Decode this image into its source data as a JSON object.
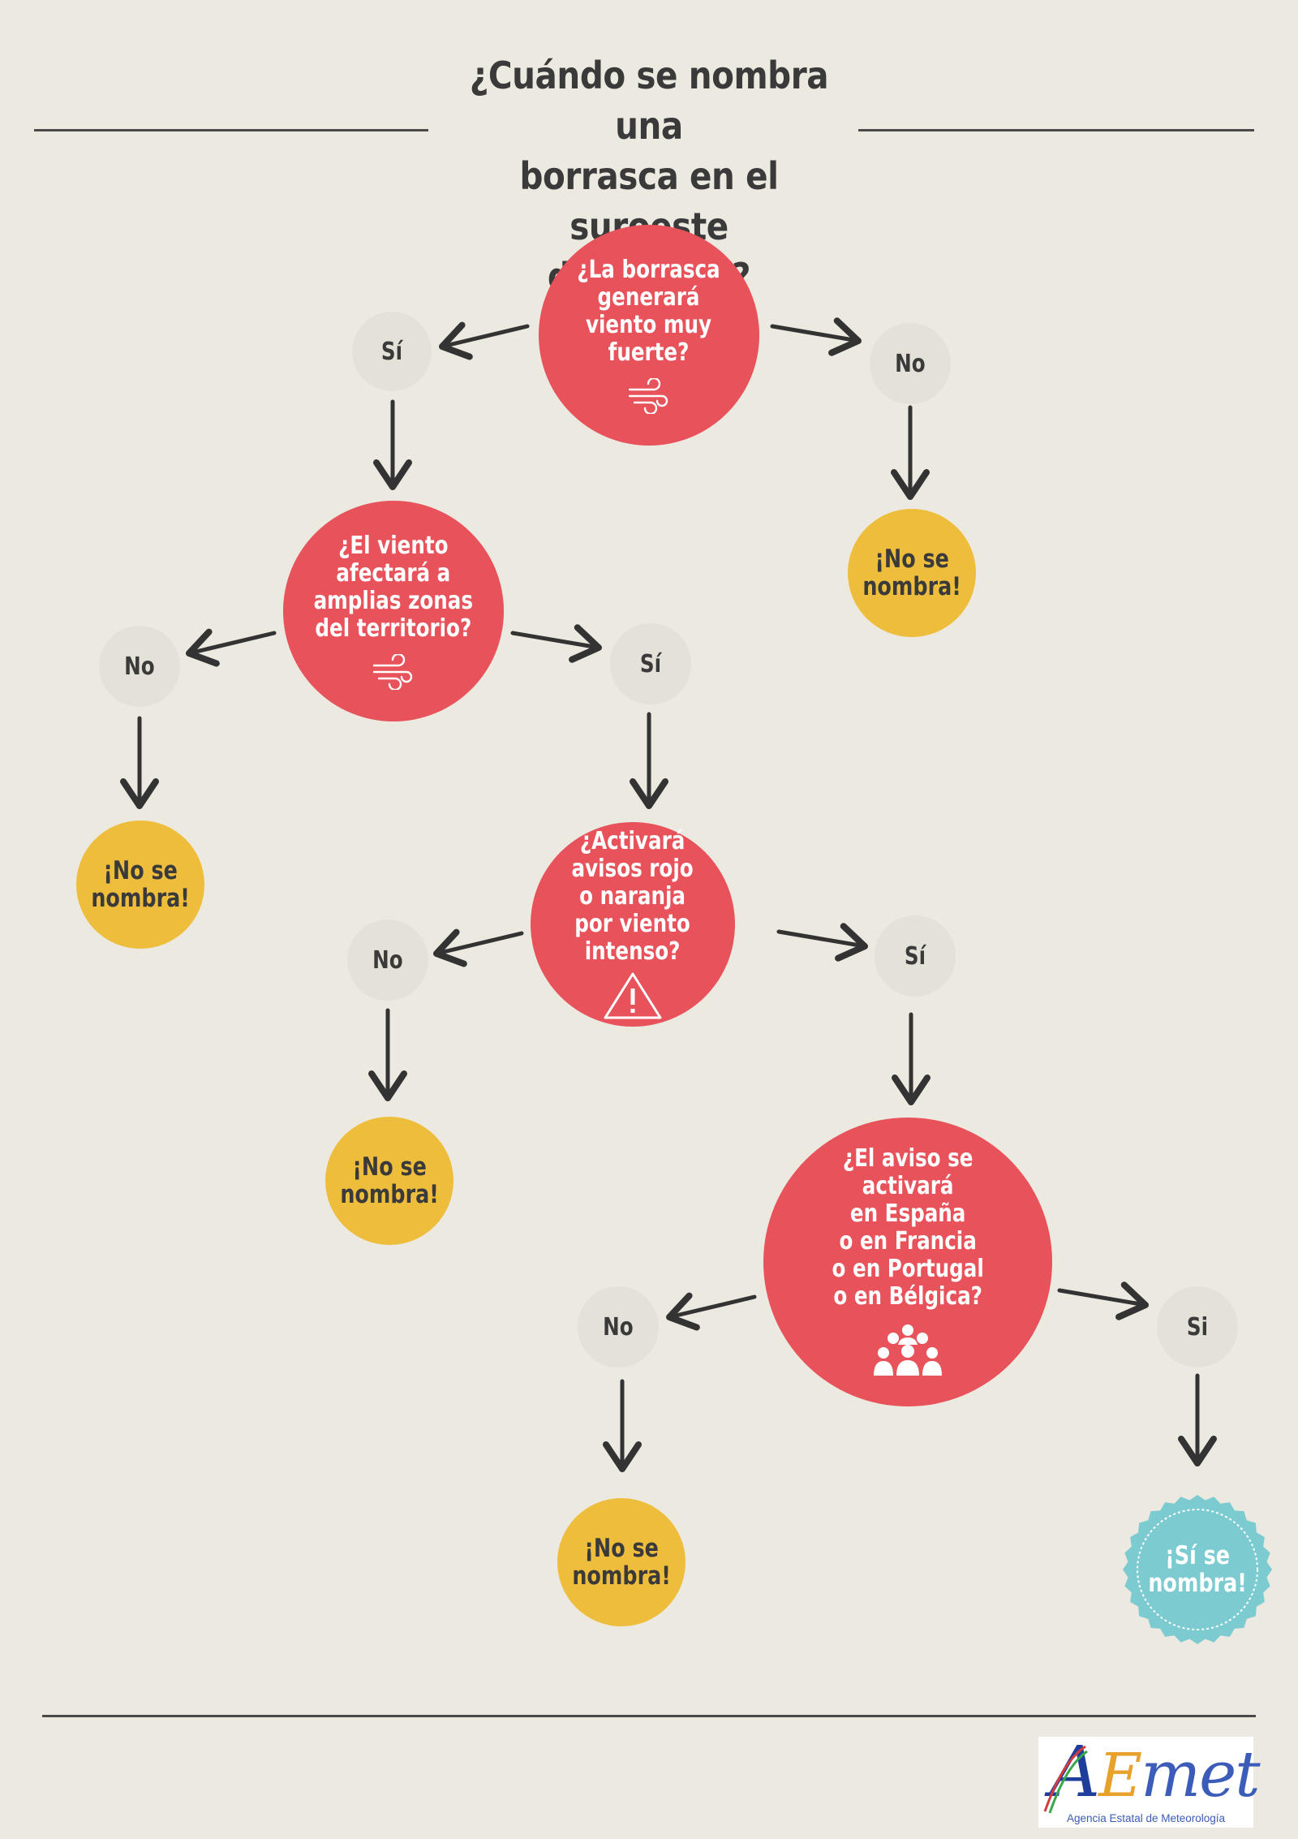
{
  "title": [
    "¿Cuándo se nombra una",
    "borrasca en el suroeste",
    "de Europa?"
  ],
  "questions": {
    "q1": [
      "¿La borrasca",
      "generará",
      "viento muy",
      "fuerte?"
    ],
    "q2": [
      "¿El viento",
      "afectará a",
      "amplias zonas",
      "del territorio?"
    ],
    "q3": [
      "¿Activará",
      "avisos rojo",
      "o naranja",
      "por viento",
      "intenso?"
    ],
    "q4": [
      "¿El aviso se",
      "activará",
      "en España",
      "o en Francia",
      "o en Portugal",
      "o en Bélgica?"
    ]
  },
  "answers": {
    "si_accent": "Sí",
    "si_plain": "Si",
    "no": "No"
  },
  "outcomes": {
    "not_named": [
      "¡No se",
      "nombra!"
    ],
    "named": [
      "¡Sí se",
      "nombra!"
    ]
  },
  "icons": {
    "q1": "wind-icon",
    "q2": "wind-icon",
    "q3": "warning-triangle-icon",
    "q4": "people-group-icon"
  },
  "logo": {
    "letters": [
      "A",
      "E",
      "m",
      "e",
      "t"
    ],
    "subtitle": "Agencia Estatal de Meteorología"
  },
  "colors": {
    "background": "#ECE9E1",
    "question": "#E8525A",
    "answer": "#E4E1D9",
    "not_named": "#EEBD3C",
    "named": "#7CCBD1",
    "text": "#3a3a3a"
  }
}
